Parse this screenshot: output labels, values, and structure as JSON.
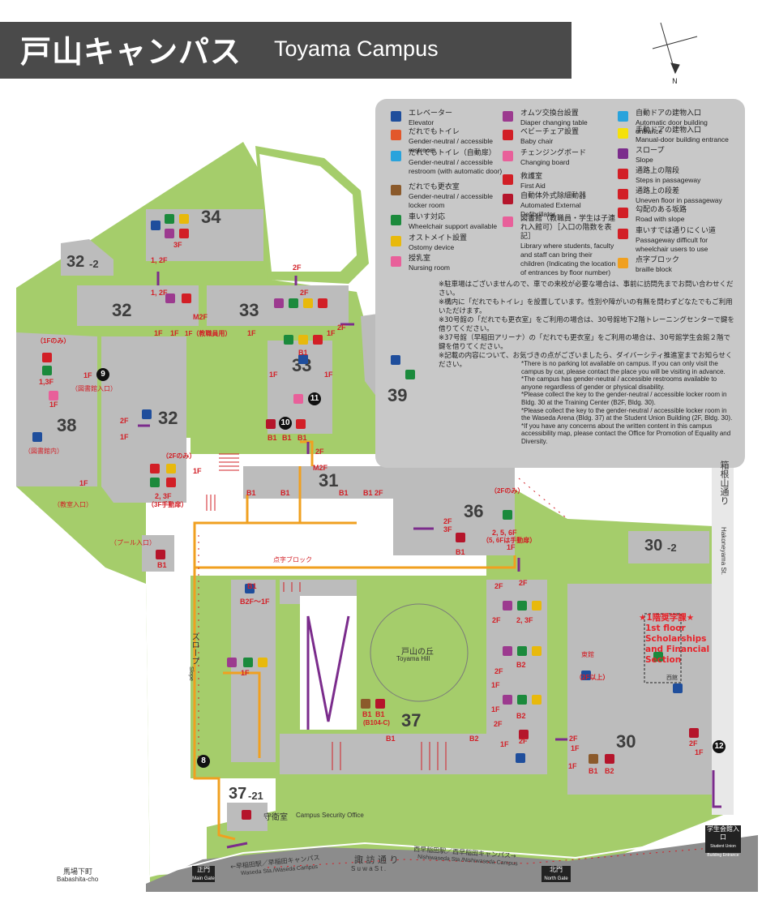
{
  "header": {
    "title_jp": "戸山キャンパス",
    "title_en": "Toyama Campus"
  },
  "compass": {
    "north": "N"
  },
  "legend": {
    "col1": [
      {
        "icon": "elevator-icon",
        "color": "#1f4e9c",
        "jp": "エレベーター",
        "en": "Elevator"
      },
      {
        "icon": "restroom-icon",
        "color": "#e2572b",
        "jp": "だれでもトイレ",
        "en": "Gender-neutral / accessible restroom"
      },
      {
        "icon": "auto-restroom-icon",
        "color": "#29a3dc",
        "jp": "だれでもトイレ（自動扉）",
        "en": "Gender-neutral / accessible restroom (with automatic door)"
      },
      {
        "icon": "locker-icon",
        "color": "#8b5a2b",
        "jp": "だれでも更衣室",
        "en": "Gender-neutral / accessible locker room"
      },
      {
        "icon": "wheelchair-icon",
        "color": "#1b8a3c",
        "jp": "車いす対応",
        "en": "Wheelchair support available"
      },
      {
        "icon": "ostomy-icon",
        "color": "#e8b90c",
        "jp": "オストメイト設置",
        "en": "Ostomy device"
      },
      {
        "icon": "nursing-icon",
        "color": "#e8609a",
        "jp": "授乳室",
        "en": "Nursing room"
      }
    ],
    "col2": [
      {
        "icon": "diaper-icon",
        "color": "#9c3a8f",
        "jp": "オムツ交換台設置",
        "en": "Diaper changing table"
      },
      {
        "icon": "baby-chair-icon",
        "color": "#d21f26",
        "jp": "ベビーチェア設置",
        "en": "Baby chair"
      },
      {
        "icon": "changing-board-icon",
        "color": "#e8609a",
        "jp": "チェンジングボード",
        "en": "Changing board"
      },
      {
        "icon": "first-aid-icon",
        "color": "#d21f26",
        "jp": "救護室",
        "en": "First Aid"
      },
      {
        "icon": "aed-icon",
        "color": "#b5152b",
        "jp": "自動体外式除細動器",
        "en": "Automated External Defibrillator"
      },
      {
        "icon": "library-icon",
        "color": "#e8609a",
        "jp": "図書館（教職員・学生は子連れ入館可）［入口の階数を表記］",
        "en": "Library where students, faculty and staff can bring their children (Indicating the location of entrances by floor number)"
      }
    ],
    "col3": [
      {
        "icon": "auto-door-icon",
        "color": "#29a3dc",
        "jp": "自動ドアの建物入口",
        "en": "Automatic door building entrance"
      },
      {
        "icon": "manual-door-icon",
        "color": "#f5e10a",
        "jp": "手動ドアの建物入口",
        "en": "Manual-door building entrance"
      },
      {
        "icon": "slope-icon",
        "color": "#7b2c8c",
        "jp": "スロープ",
        "en": "Slope"
      },
      {
        "icon": "steps-icon",
        "color": "#d21f26",
        "jp": "通路上の階段",
        "en": "Steps in passageway"
      },
      {
        "icon": "uneven-icon",
        "color": "#d21f26",
        "jp": "通路上の段差",
        "en": "Uneven floor in passageway"
      },
      {
        "icon": "road-slope-icon",
        "color": "#d21f26",
        "jp": "勾配のある坂路",
        "en": "Road with slope"
      },
      {
        "icon": "difficult-passage-icon",
        "color": "#d21f26",
        "jp": "車いすでは通りにくい道",
        "en": "Passageway difficult for wheelchair users to use"
      },
      {
        "icon": "braille-icon",
        "color": "#f0a020",
        "jp": "点字ブロック",
        "en": "braille block"
      }
    ]
  },
  "notes_jp": [
    "※駐車場はございませんので、車での来校が必要な場合は、事前に訪問先までお問い合わせください。",
    "※構内に「だれでもトイレ」を設置しています。性別や障がいの有無を問わずどなたでもご利用いただけます。",
    "※30号館の「だれでも更衣室」をご利用の場合は、30号館地下2階トレーニングセンターで鍵を借りてください。",
    "※37号館（早稲田アリーナ）の「だれでも更衣室」をご利用の場合は、30号館学生会館２階で鍵を借りてください。",
    "※記載の内容について、お気づきの点がございましたら、ダイバーシティ推進室までお知らせください。"
  ],
  "notes_en": [
    "*There is no parking lot available on campus. If you can only visit the campus by car, please contact the place you will be visiting in advance.",
    "*The campus has gender-neutral / accessible restrooms available to anyone regardless of gender or physical disability.",
    "*Please collect the key to the gender-neutral / accessible locker room in Bldg. 30 at the Training Center (B2F, Bldg. 30).",
    "*Please collect the key to the gender-neutral / accessible locker room in the Waseda Arena (Bldg. 37) at the Student Union Building (2F, Bldg. 30).",
    "*If you have any concerns about the written content in this campus accessibility map, please contact the Office for Promotion of Equality and Diversity."
  ],
  "buildings": {
    "b34": "34",
    "b32_2": "32",
    "b32_2s": "-2",
    "b32": "32",
    "b33a": "33",
    "b33": "33",
    "b39": "39",
    "b38": "38",
    "b32b": "32",
    "b31": "31",
    "b36": "36",
    "b30_2": "30",
    "b30_2s": "-2",
    "b37": "37",
    "b30": "30",
    "b37_21": "37",
    "b37_21s": "-21"
  },
  "floors": {
    "f1": "1, 2F",
    "f2": "3F",
    "f3": "1, 2F",
    "f4": "2F",
    "f5": "M2F",
    "f6": "1F",
    "f7": "1F",
    "f8": "1F（教職員用）",
    "f9": "2F",
    "f10": "2F",
    "f11": "1F",
    "f12": "1F",
    "f13": "B1",
    "f14": "1F",
    "f15": "1F",
    "f16": "1,3F",
    "f17": "1F",
    "f18": "1F",
    "f19": "2F",
    "f20": "1F",
    "f21": "2, 3F",
    "f22": "（3F手動扉）",
    "f23": "1F",
    "f24": "1F",
    "f25": "B1",
    "f26": "B1",
    "f27": "B1",
    "f28": "B1",
    "f29": "2F",
    "f30": "M2F",
    "f31": "B1",
    "f32": "B1",
    "f33": "B1",
    "f34": "2F",
    "f35": "2F",
    "f36": "3F",
    "f37": "2, 5, 6F",
    "f38": "（5, 6Fは手動扉）",
    "f39": "B1",
    "f40": "1F",
    "f41": "2F",
    "f42": "2F",
    "f43": "B1",
    "f44": "B2F〜1F",
    "f45": "1F",
    "f46": "2, 3F",
    "f47": "B2",
    "f48": "B2",
    "f49": "2F",
    "f50": "2F",
    "f51": "1F",
    "f52": "1F",
    "f53": "B1",
    "f54": "B1",
    "f55": "(B104-C)",
    "f56": "B1",
    "f57": "B2",
    "f58": "2F",
    "f59": "1F",
    "f60": "2F",
    "f61": "1F",
    "f62": "B1",
    "f63": "B2",
    "f64": "2F",
    "f65": "1F",
    "f66": "（2F以上）",
    "f67": "B1",
    "f68": "（2Fのみ）",
    "f69": "（1Fのみ）",
    "f70": "（2Fのみ）",
    "f71": "2F",
    "f72": "1F"
  },
  "labels": {
    "lib_entrance": "（図書館入口）",
    "lib_inside": "（図書館内）",
    "class_entrance": "（教室入口）",
    "pool_entrance": "（プール入口）",
    "braille_label": "点字ブロック",
    "hill_jp": "戸山の丘",
    "hill_en": "Toyama Hill",
    "east_wing": "東館",
    "east_floor": "（2F以上）",
    "slope_jp": "スロープ",
    "slope_en": "Slope",
    "security_jp": "守衛室",
    "security_en": "Campus Security Office",
    "babashita_jp": "馬場下町",
    "babashita_en": "Babashita-cho",
    "main_gate_jp": "正門",
    "main_gate_en": "Main Gate",
    "north_gate_jp": "北門",
    "north_gate_en": "North Gate",
    "waseda_sta_jp": "←早稲田駅／早稲田キャンパス",
    "waseda_sta_en": "Waseda Sta./Waseda Campus",
    "suwa_jp": "諏 訪 通 り",
    "suwa_en": "S u w a   S t .",
    "nishi_jp": "西早稲田駅／西早稲田キャンパス→",
    "nishi_en": "Nishiwaseda Sta./Nishiwaseda Campus",
    "hakone_jp": "箱根山通り",
    "hakone_en": "Hakoneyama St.",
    "student_union_jp": "学生会館入口",
    "student_union_en": "Student Union Building Entrance",
    "scholarship1": "★1階奨学課★",
    "scholarship2": "1st floor",
    "scholarship3": "Scholarships",
    "scholarship4": "and Financial",
    "scholarship5": "Section",
    "west_wing": "西館"
  },
  "markers": {
    "m8": "8",
    "m9": "9",
    "m10": "10",
    "m11": "11",
    "m12": "12"
  }
}
